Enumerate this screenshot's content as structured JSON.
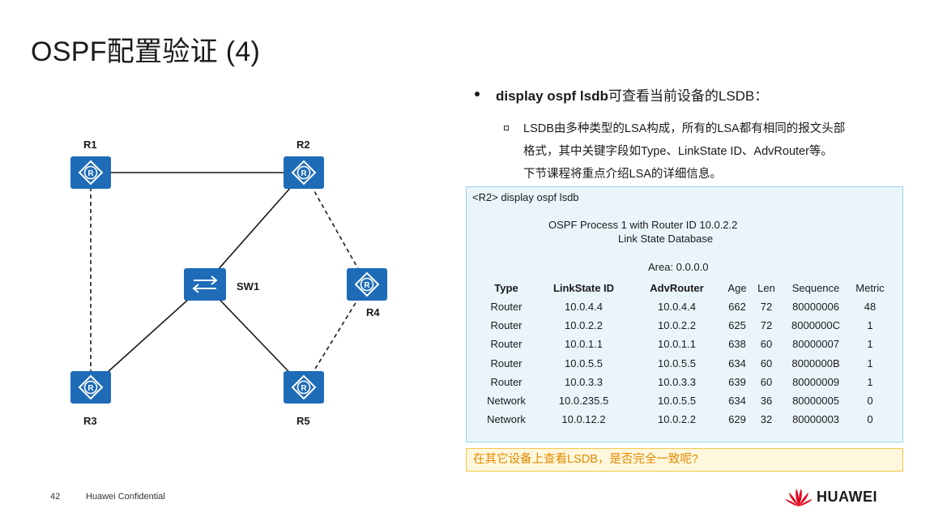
{
  "title": "OSPF配置验证 (4)",
  "topology": {
    "nodes": [
      {
        "id": "R1",
        "label": "R1"
      },
      {
        "id": "R2",
        "label": "R2"
      },
      {
        "id": "R3",
        "label": "R3"
      },
      {
        "id": "R4",
        "label": "R4"
      },
      {
        "id": "R5",
        "label": "R5"
      },
      {
        "id": "SW1",
        "label": "SW1"
      }
    ]
  },
  "bullet1": {
    "cmd": "display ospf lsdb",
    "rest": "可查看当前设备的LSDB："
  },
  "bullet2": {
    "line1": "LSDB由多种类型的LSA构成，所有的LSA都有相同的报文头部",
    "line2": "格式，其中关键字段如Type、LinkState ID、AdvRouter等。",
    "line3": "下节课程将重点介绍LSA的详细信息。"
  },
  "cli": {
    "prompt_line": "<R2> display ospf lsdb",
    "header1": "OSPF Process 1 with Router ID 10.0.2.2",
    "header2": "Link State Database",
    "area": "Area: 0.0.0.0",
    "columns": [
      "Type",
      "LinkState ID",
      "AdvRouter",
      "Age",
      "Len",
      "Sequence",
      "Metric"
    ],
    "rows": [
      [
        "Router",
        "10.0.4.4",
        "10.0.4.4",
        "662",
        "72",
        "80000006",
        "48"
      ],
      [
        "Router",
        "10.0.2.2",
        "10.0.2.2",
        "625",
        "72",
        "8000000C",
        "1"
      ],
      [
        "Router",
        "10.0.1.1",
        "10.0.1.1",
        "638",
        "60",
        "80000007",
        "1"
      ],
      [
        "Router",
        "10.0.5.5",
        "10.0.5.5",
        "634",
        "60",
        "8000000B",
        "1"
      ],
      [
        "Router",
        "10.0.3.3",
        "10.0.3.3",
        "639",
        "60",
        "80000009",
        "1"
      ],
      [
        "Network",
        "10.0.235.5",
        "10.0.5.5",
        "634",
        "36",
        "80000005",
        "0"
      ],
      [
        "Network",
        "10.0.12.2",
        "10.0.2.2",
        "629",
        "32",
        "80000003",
        "0"
      ]
    ]
  },
  "question": "在其它设备上查看LSDB，是否完全一致呢?",
  "footer": {
    "page": "42",
    "confidential": "Huawei Confidential",
    "logo": "HUAWEI"
  },
  "colors": {
    "router_blue": "#1e6bb8",
    "cli_bg": "#eaf5fb",
    "cli_border": "#9dd2ea",
    "question_text": "#e08a00",
    "logo_red": "#e3001b"
  }
}
